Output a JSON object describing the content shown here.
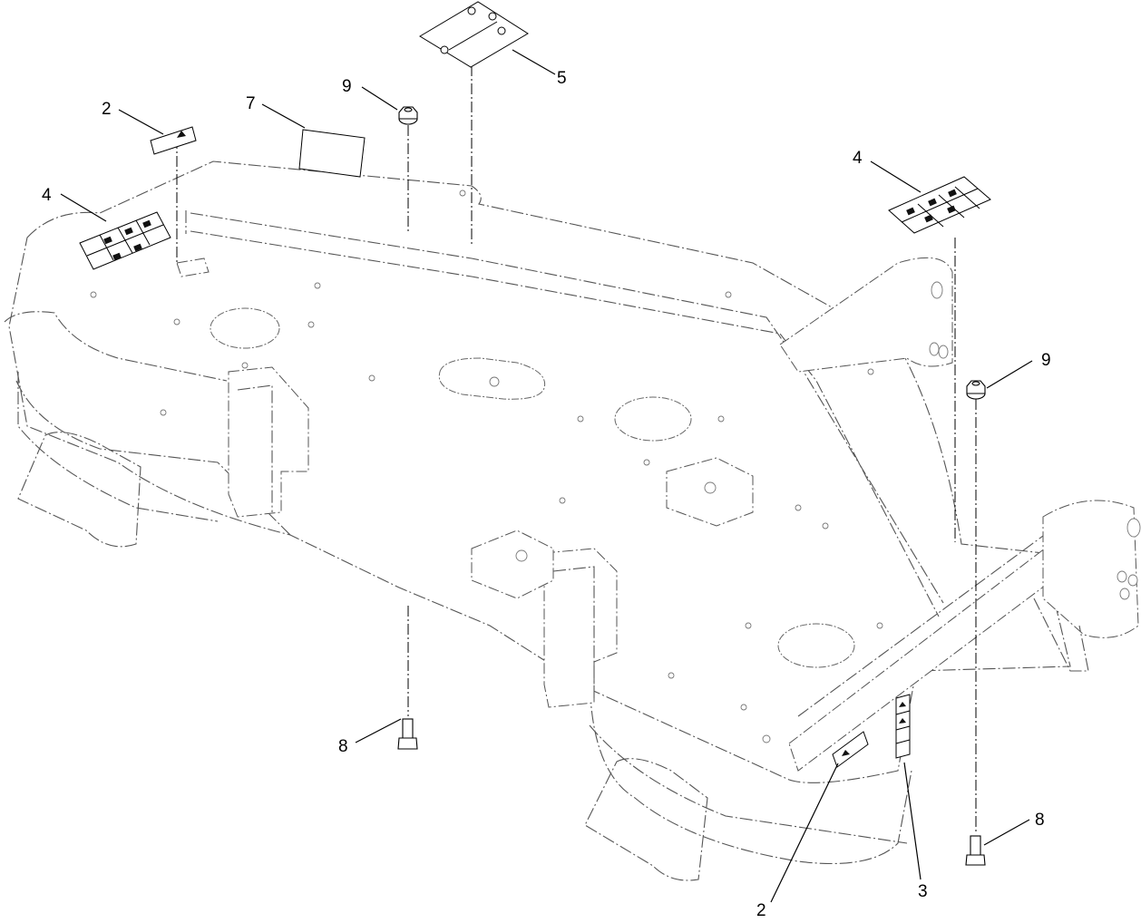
{
  "diagram": {
    "callouts": [
      {
        "id": "c2a",
        "label": "2"
      },
      {
        "id": "c7",
        "label": "7"
      },
      {
        "id": "c9a",
        "label": "9"
      },
      {
        "id": "c5",
        "label": "5"
      },
      {
        "id": "c4a",
        "label": "4"
      },
      {
        "id": "c4b",
        "label": "4"
      },
      {
        "id": "c9b",
        "label": "9"
      },
      {
        "id": "c8a",
        "label": "8"
      },
      {
        "id": "c8b",
        "label": "8"
      },
      {
        "id": "c2b",
        "label": "2"
      },
      {
        "id": "c3",
        "label": "3"
      }
    ]
  }
}
